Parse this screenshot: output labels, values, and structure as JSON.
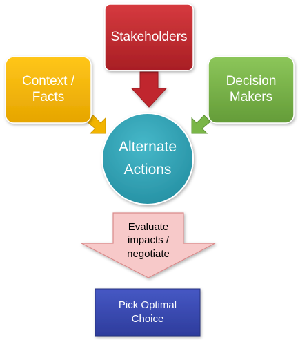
{
  "nodes": {
    "stakeholders": {
      "text": "Stakeholders",
      "color": "#c0272d"
    },
    "context_facts": {
      "text": "Context /\nFacts",
      "color": "#f2b400"
    },
    "decision_makers": {
      "text": "Decision\nMakers",
      "color": "#7ab648"
    },
    "alternate_actions": {
      "text": "Alternate\nActions",
      "color": "#31a2b5"
    },
    "evaluate": {
      "text": "Evaluate\nimpacts /\nnegotiate",
      "color": "#f7c9c9"
    },
    "pick_optimal": {
      "text": "Pick Optimal\nChoice",
      "color": "#3a4bb1"
    }
  },
  "edges": [
    {
      "from": "stakeholders",
      "to": "alternate_actions"
    },
    {
      "from": "context_facts",
      "to": "alternate_actions"
    },
    {
      "from": "decision_makers",
      "to": "alternate_actions"
    },
    {
      "from": "alternate_actions",
      "to": "evaluate"
    },
    {
      "from": "evaluate",
      "to": "pick_optimal"
    }
  ]
}
